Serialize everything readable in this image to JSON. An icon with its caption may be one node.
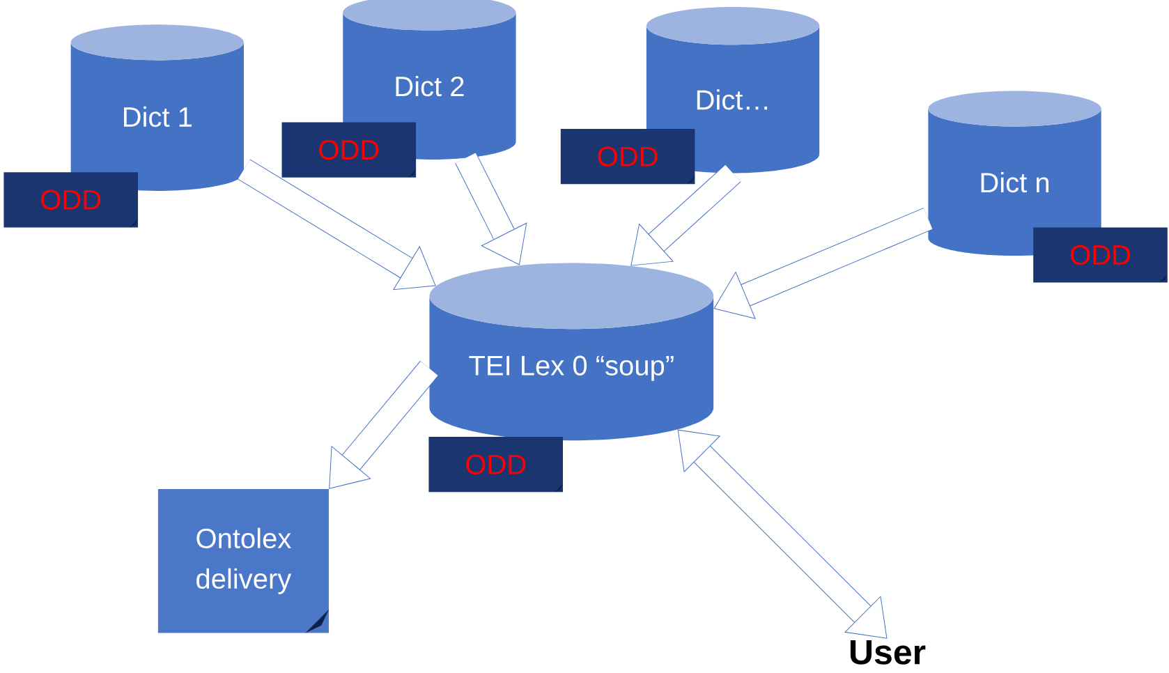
{
  "diagram": {
    "nodes": [
      {
        "text": [
          "Dict 1"
        ]
      },
      {
        "text": [
          "ODD"
        ]
      },
      {
        "text": [
          "Dict 2"
        ]
      },
      {
        "text": [
          "ODD"
        ]
      },
      {
        "text": [
          "Dict…"
        ]
      },
      {
        "text": [
          "ODD"
        ]
      },
      {
        "text": [
          "Dict n"
        ]
      },
      {
        "text": [
          "ODD"
        ]
      },
      {
        "text": [
          "TEI Lex 0  “soup”"
        ]
      },
      {
        "text": [
          "ODD"
        ]
      },
      {
        "text": [
          "Ontolex delivery"
        ]
      },
      {
        "text": [
          "User"
        ]
      }
    ],
    "edges": [
      {
        "from": 0,
        "to": 8,
        "arrow": "to"
      },
      {
        "from": 2,
        "to": 8,
        "arrow": "to"
      },
      {
        "from": 4,
        "to": 8,
        "arrow": "to"
      },
      {
        "from": 6,
        "to": 8,
        "arrow": "to"
      },
      {
        "from": 8,
        "to": 10,
        "arrow": "to"
      },
      {
        "from": 8,
        "to": 11,
        "arrow": "both"
      }
    ]
  }
}
